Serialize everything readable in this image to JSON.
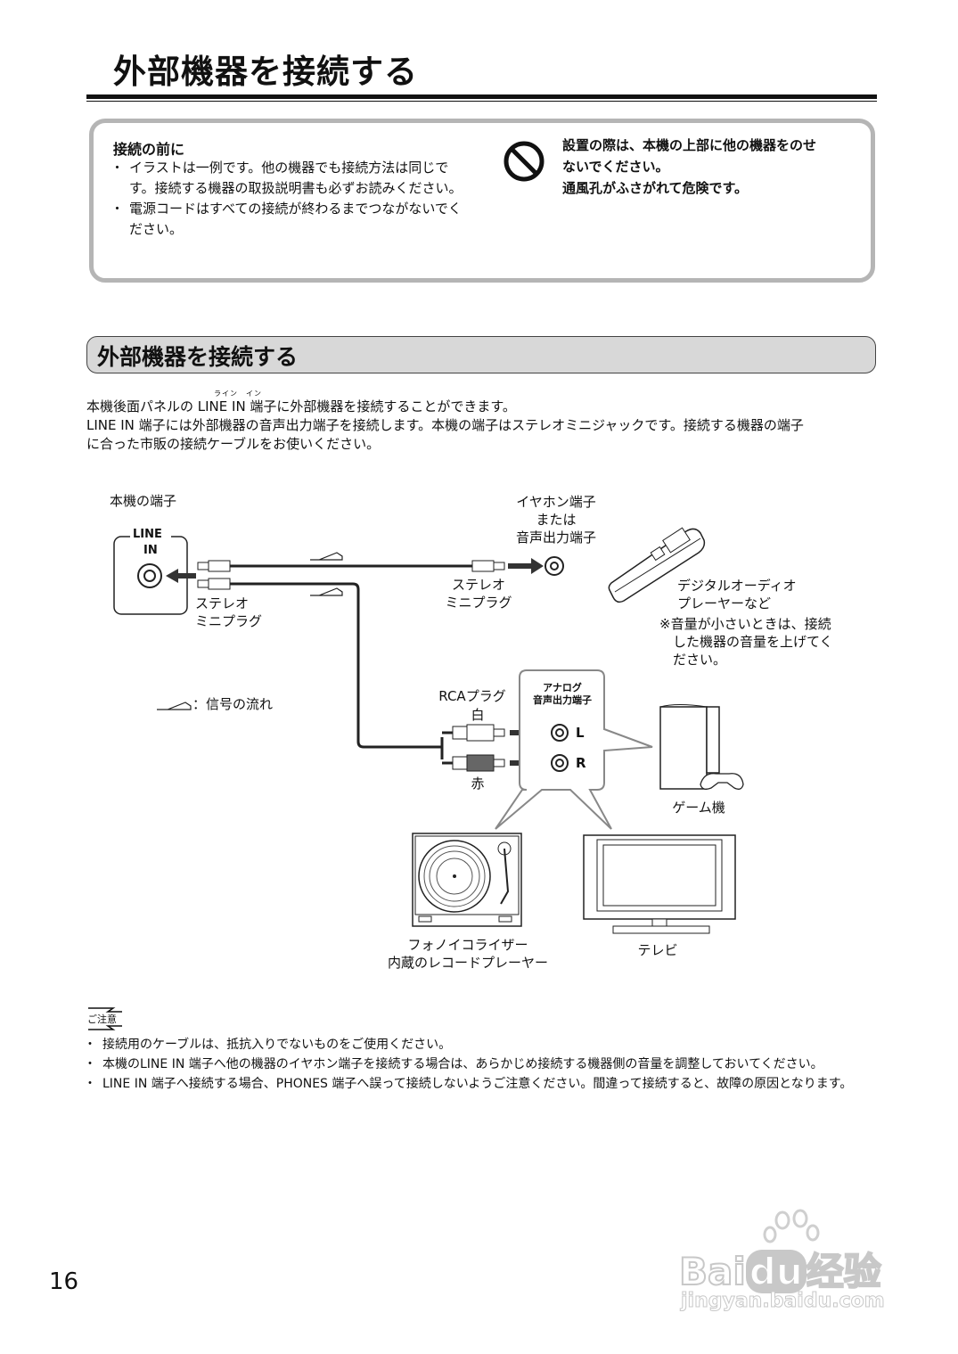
{
  "page": {
    "title": "外部機器を接続する",
    "number": "16"
  },
  "notice": {
    "heading": "接続の前に",
    "items": [
      "イラストは一例です。他の機器でも接続方法は同じです。接続する機器の取扱説明書も必ずお読みください。",
      "電源コードはすべての接続が終わるまでつながないでください。"
    ],
    "warning_icon": "no-entry-icon",
    "warning_lines": [
      "設置の際は、本機の上部に他の機器をのせ",
      "ないでください。",
      "通風孔がふさがれて危険です。"
    ]
  },
  "section": {
    "title": "外部機器を接続する",
    "ruby": "ライン　イン",
    "intro_lines": [
      "本機後面パネルの LINE IN 端子に外部機器を接続することができます。",
      "LINE IN 端子には外部機器の音声出力端子を接続します。本機の端子はステレオミニジャックです。接続する機器の端子",
      "に合った市販の接続ケーブルをお使いください。"
    ]
  },
  "diagram": {
    "unit_terminal_label": "本機の端子",
    "line_in_label_1": "LINE",
    "line_in_label_2": "IN",
    "stereo_mini_plug_left": [
      "ステレオ",
      "ミニプラグ"
    ],
    "stereo_mini_plug_right": [
      "ステレオ",
      "ミニプラグ"
    ],
    "earphone_terminal": [
      "イヤホン端子",
      "または",
      "音声出力端子"
    ],
    "digital_player": [
      "デジタルオーディオ",
      "プレーヤーなど"
    ],
    "volume_note": [
      "※音量が小さいときは、接続",
      "した機器の音量を上げてく",
      "ださい。"
    ],
    "signal_flow_legend": "：信号の流れ",
    "rca_plug": "RCAプラグ",
    "white": "白",
    "red": "赤",
    "analog_out": [
      "アナログ",
      "音声出力端子"
    ],
    "channel_l": "L",
    "channel_r": "R",
    "game_console": "ゲーム機",
    "record_player": [
      "フォノイコライザー",
      "内蔵のレコードプレーヤー"
    ],
    "tv": "テレビ"
  },
  "caution": {
    "icon_label": "ご注意",
    "items": [
      "接続用のケーブルは、抵抗入りでないものをご使用ください。",
      "本機のLINE IN 端子へ他の機器のイヤホン端子を接続する場合は、あらかじめ接続する機器側の音量を調整しておいてください。",
      "LINE IN 端子へ接続する場合、PHONES 端子へ誤って接続しないようご注意ください。間違って接続すると、故障の原因となります。"
    ]
  },
  "watermark": {
    "brand": "Bai",
    "brand2": "du",
    "brand3": "经验",
    "url": "jingyan.baidu.com"
  }
}
